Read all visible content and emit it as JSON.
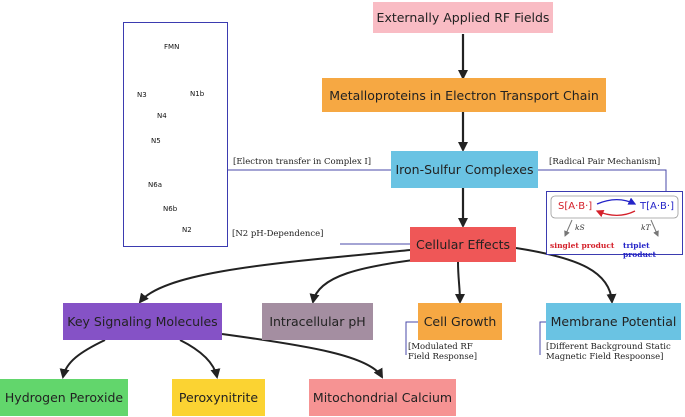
{
  "nodes": {
    "rf_fields": {
      "label": "Externally Applied RF Fields",
      "color": "#f9bcc4"
    },
    "metalloproteins": {
      "label": "Metalloproteins in Electron Transport Chain",
      "color": "#f6a843"
    },
    "iron_sulfur": {
      "label": "Iron-Sulfur Complexes",
      "color": "#6ac3e3"
    },
    "cellular_effects": {
      "label": "Cellular Effects",
      "color": "#ef5757"
    },
    "key_signaling": {
      "label": "Key Signaling Molecules",
      "color": "#8552c6"
    },
    "intracellular_ph": {
      "label": "Intracellular pH",
      "color": "#a48ea1"
    },
    "cell_growth": {
      "label": "Cell Growth",
      "color": "#f6a843"
    },
    "membrane_potential": {
      "label": "Membrane Potential",
      "color": "#6ac3e3"
    },
    "hydrogen_peroxide": {
      "label": "Hydrogen Peroxide",
      "color": "#62d66c"
    },
    "peroxynitrite": {
      "label": "Peroxynitrite",
      "color": "#fbd332"
    },
    "mitochondrial_calcium": {
      "label": "Mitochondrial Calcium",
      "color": "#f69393"
    }
  },
  "annotations": {
    "electron_transfer": "[Electron transfer in Complex I]",
    "radical_pair": "[Radical Pair Mechanism]",
    "n2_ph": "[N2 pH-Dependence]",
    "modulated_rf": "[Modulated RF\nField Response]",
    "different_bg": "[Different Background Static\nMagnetic Field Respoonse]"
  },
  "complex_chain": {
    "cofactor": "FMN",
    "clusters": [
      "N3",
      "N1b",
      "N4",
      "N5",
      "N6a",
      "N6b",
      "N2"
    ]
  },
  "radical_pair_panel": {
    "singlet_state": "S[A·B·]",
    "triplet_state": "T[A·B·]",
    "k_singlet": "kS",
    "k_triplet": "kT",
    "singlet_product": "singlet product",
    "triplet_product": "triplet product",
    "singlet_color": "#d4202a",
    "triplet_color": "#2424c8"
  }
}
